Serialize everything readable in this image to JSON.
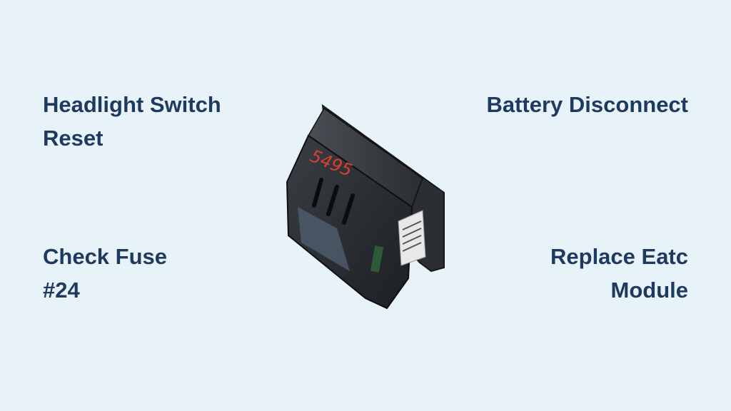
{
  "options": {
    "top_left": {
      "line1": "Headlight Switch",
      "line2": "Reset"
    },
    "top_right": {
      "line1": "Battery Disconnect"
    },
    "bottom_left": {
      "line1": "Check Fuse",
      "line2": "#24"
    },
    "bottom_right": {
      "line1": "Replace Eatc",
      "line2": "Module"
    }
  },
  "product_image": {
    "subject": "EATC climate control module",
    "marker_text": "5495"
  },
  "colors": {
    "background": "#e8f2f9",
    "text": "#1e3a5f",
    "marker": "#d9412e"
  }
}
